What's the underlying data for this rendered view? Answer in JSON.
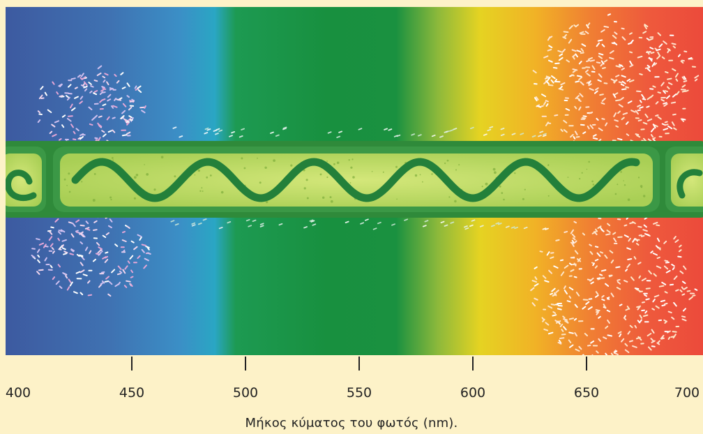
{
  "axis": {
    "title": "Μήκος κύματος του φωτός (nm).",
    "ticks": [
      {
        "value": 450,
        "label": "450"
      },
      {
        "value": 500,
        "label": "500"
      },
      {
        "value": 550,
        "label": "550"
      },
      {
        "value": 600,
        "label": "600"
      },
      {
        "value": 650,
        "label": "650"
      }
    ],
    "edge_labels": [
      {
        "value": 400,
        "label": "400"
      },
      {
        "value": 700,
        "label": "700"
      }
    ],
    "range": [
      400,
      700
    ]
  },
  "colors": {
    "background": "#fdf2c8",
    "violet_blue": "#3e5fa3",
    "blue": "#3f8ec4",
    "cyan": "#27a7c6",
    "green": "#1c9446",
    "green_dark": "#16863b",
    "yellow_green": "#a8c23b",
    "yellow": "#efd21e",
    "orange": "#f1902d",
    "red": "#ee4a3b",
    "tube_outer": "#2f8a3a",
    "tube_inner": "#c2dd68",
    "helix": "#2b8a3c"
  }
}
